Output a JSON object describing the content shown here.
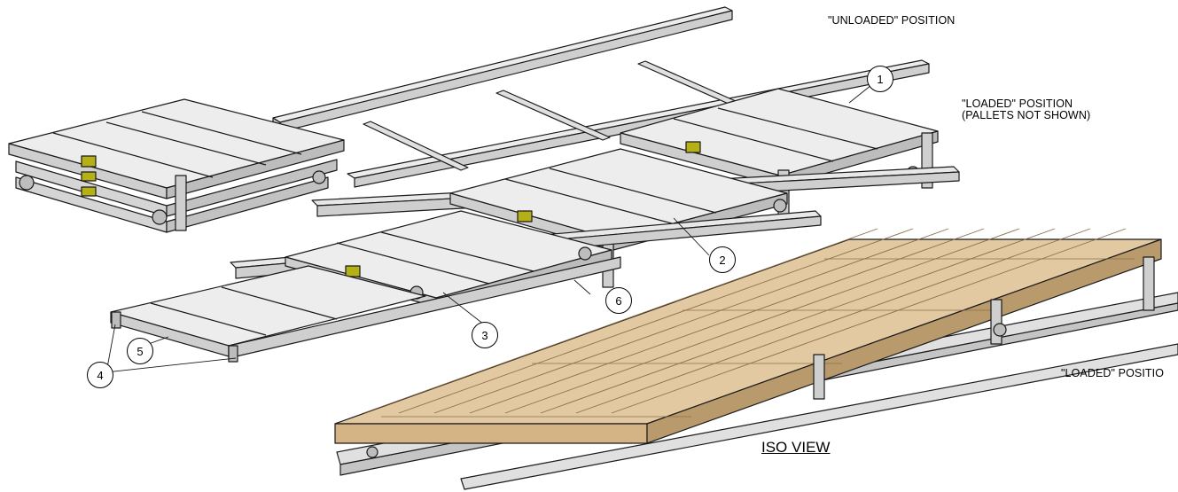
{
  "labels": {
    "unloaded": "\"UNLOADED\" POSITION",
    "loaded_top": "\"LOADED\" POSITION",
    "pallets_note": "(PALLETS NOT SHOWN)",
    "loaded_right": "\"LOADED\" POSITIO",
    "view_title": "ISO VIEW"
  },
  "balloons": [
    "1",
    "2",
    "3",
    "4",
    "5",
    "6"
  ],
  "colors": {
    "steel": "#d9d9d9",
    "steel_dark": "#a6a6a6",
    "wood": "#e3c9a1",
    "wood_dark": "#b99a6c",
    "tag": "#b5b015",
    "line": "#1a1a1a"
  }
}
